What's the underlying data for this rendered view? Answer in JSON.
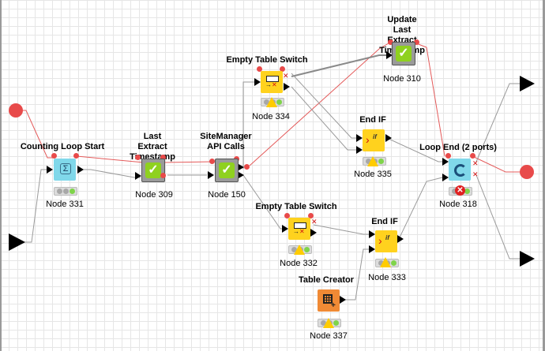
{
  "workflow": {
    "nodes": [
      {
        "id": "331",
        "title": "Counting Loop Start",
        "label": "Node 331",
        "kind": "loop-start",
        "status": "configured"
      },
      {
        "id": "309",
        "title": "Last Extract\nTimestamp",
        "label": "Node 309",
        "kind": "metanode",
        "status": "configured"
      },
      {
        "id": "150",
        "title": "SiteManager\nAPI Calls",
        "label": "Node 150",
        "kind": "metanode",
        "status": "configured"
      },
      {
        "id": "334",
        "title": "Empty Table Switch",
        "label": "Node 334",
        "kind": "switch",
        "status": "warning"
      },
      {
        "id": "310",
        "title": "Update Last\nExtract Timestamp",
        "label": "Node 310",
        "kind": "metanode",
        "status": "configured"
      },
      {
        "id": "335",
        "title": "End IF",
        "label": "Node 335",
        "kind": "endif",
        "status": "warning"
      },
      {
        "id": "318",
        "title": "Loop End (2 ports)",
        "label": "Node 318",
        "kind": "loop-end",
        "status": "error"
      },
      {
        "id": "332",
        "title": "Empty Table Switch",
        "label": "Node 332",
        "kind": "switch",
        "status": "warning"
      },
      {
        "id": "333",
        "title": "End IF",
        "label": "Node 333",
        "kind": "endif",
        "status": "warning"
      },
      {
        "id": "337",
        "title": "Table Creator",
        "label": "Node 337",
        "kind": "source",
        "status": "warning"
      }
    ]
  },
  "colors": {
    "loop": "#80d8ea",
    "metanode": "#9a9a9a",
    "switch": "#ffd21e",
    "source": "#f08a35",
    "flow_variable": "#e84a4a",
    "check": "#9bd426"
  }
}
